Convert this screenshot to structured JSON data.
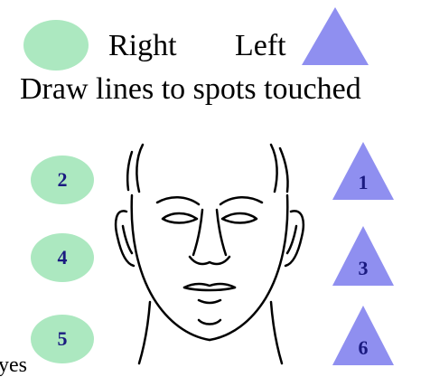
{
  "legend": {
    "right_label": "Right",
    "left_label": "Left",
    "right_shape": "oval",
    "left_shape": "triangle"
  },
  "instruction": "Draw lines to spots touched",
  "right_spots": [
    {
      "label": "2"
    },
    {
      "label": "4"
    },
    {
      "label": "5"
    }
  ],
  "left_spots": [
    {
      "label": "1"
    },
    {
      "label": "3"
    },
    {
      "label": "6"
    }
  ],
  "footer_partial_text": "yes",
  "colors": {
    "oval_fill": "#ace8c0",
    "triangle_fill": "#8f8ff0",
    "number_color": "#1a1a80",
    "line_color": "#000000"
  },
  "center_icon": "face-outline-drawing"
}
